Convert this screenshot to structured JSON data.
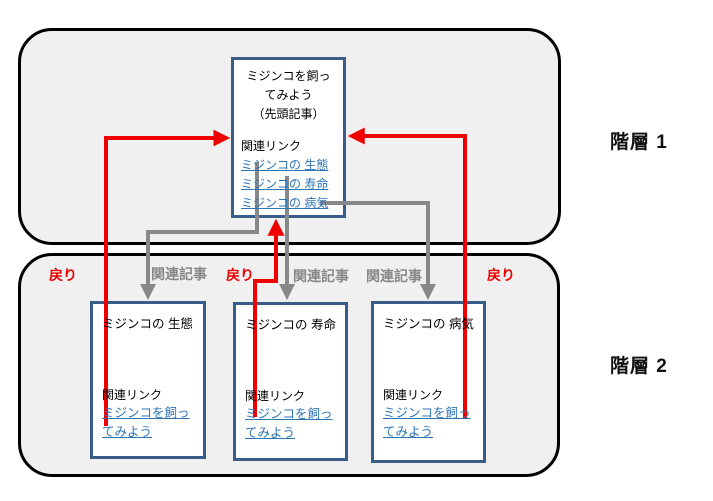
{
  "tiers": {
    "tier1_label": "階層 1",
    "tier2_label": "階層 2"
  },
  "top_article": {
    "title_lines": [
      "ミジンコを飼っ",
      "てみよう",
      "（先頭記事）"
    ],
    "related_links_label": "関連リンク",
    "links": [
      "ミジンコの 生態",
      "ミジンコの 寿命",
      "ミジンコの 病気"
    ]
  },
  "sub_articles": [
    {
      "title": "ミジンコの 生態",
      "related_links_label": "関連リンク",
      "link_lines": [
        "ミジンコを飼っ",
        "てみよう"
      ]
    },
    {
      "title": "ミジンコの 寿命",
      "related_links_label": "関連リンク",
      "link_lines": [
        "ミジンコを飼っ",
        "てみよう"
      ]
    },
    {
      "title": "ミジンコの 病気",
      "related_links_label": "関連リンク",
      "link_lines": [
        "ミジンコを飼っ",
        "てみよう"
      ]
    }
  ],
  "arrow_labels": {
    "related_article": "関連記事",
    "return": "戻り"
  },
  "colors": {
    "link": "#2E75B6",
    "box_border": "#385D8A",
    "container_fill": "#F0F0F0",
    "related_arrow": "#888888",
    "return_arrow": "#EE0000"
  }
}
